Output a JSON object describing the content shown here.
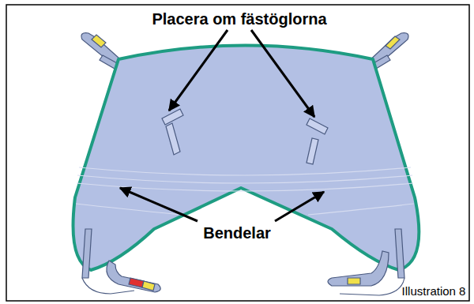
{
  "diagram": {
    "caption": "Illustration 8",
    "labels": [
      "Placera om fästöglorna",
      "Bendelar"
    ]
  }
}
